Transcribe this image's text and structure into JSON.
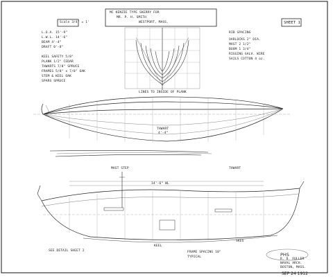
{
  "title_block": {
    "line1": "MC KENZIE TYPE SKERRY FOR",
    "line2": "MR. P. H. SMITH",
    "line3": "WESTPORT, MASS."
  },
  "scale_label": "Scale 3/4\" = 1'",
  "sheet_label": "SHEET 1",
  "dimensions": [
    "L.O.A. 15'-9\"",
    "L.W.L. 14'-6\"",
    "BEAM 4'-4\"",
    "DRAFT 0'-8\""
  ],
  "notes_left": [
    "KEEL SAFETY 5/8\"",
    "PLANK 1/2\" CEDAR",
    "THWARTS 7/8\" SPRUCE",
    "FRAMES 5/8\" x 7/8\" OAK",
    "STEM & KEEL OAK",
    "SPARS SPRUCE"
  ],
  "notes_right": [
    "OARLOCKS 2\" DIA.",
    "MAST 2 1/2\"",
    "BOOM 1 3/4\"",
    "RIGGING GALV. WIRE",
    "SAILS COTTON 4 oz."
  ],
  "spacing_label": "RIB SPACING",
  "plan_labels": {
    "inside_note": "LINES TO INSIDE OF PLANK",
    "center_label": "THWART",
    "dim_note": "4'-4\""
  },
  "profile_labels": {
    "top1": "MAST STEP",
    "top2": "THWART",
    "mid": "14'-6\" WL",
    "bot1": "KEEL",
    "bot2": "SKEG"
  },
  "bottom_notes": {
    "left": "SEE DETAIL SHEET 2",
    "mid1": "FRAME SPACING 10\"",
    "mid2": "TYPICAL"
  },
  "designer": {
    "line1": "R. D. FULLER",
    "line2": "NAVAL ARCH.",
    "line3": "BOSTON, MASS."
  },
  "date_stamp": "SEP 24 1912",
  "stamp_oval": "PHS"
}
